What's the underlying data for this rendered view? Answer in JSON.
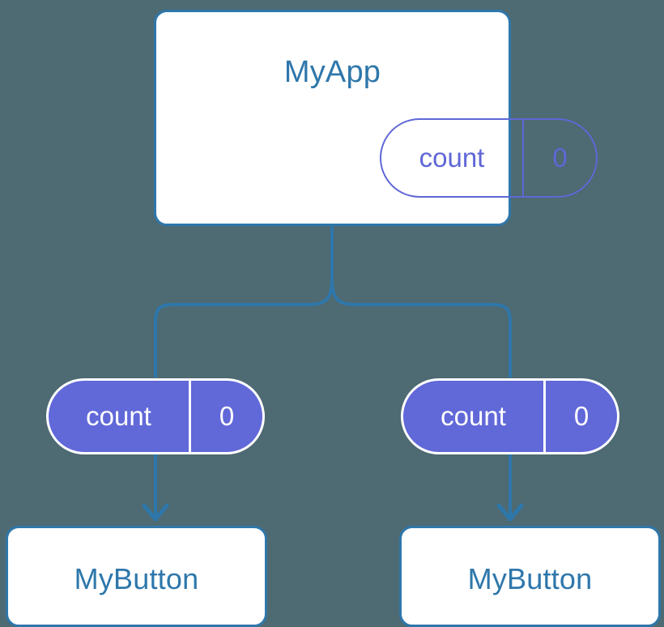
{
  "diagram": {
    "type": "component-state-tree",
    "background_color": "#4e6a72",
    "accent_color": "#2e77ab",
    "state_color": "#6168d8",
    "root": {
      "title": "MyApp",
      "state": {
        "key": "count",
        "value": "0"
      }
    },
    "children": [
      {
        "state": {
          "key": "count",
          "value": "0"
        },
        "component": {
          "title": "MyButton"
        }
      },
      {
        "state": {
          "key": "count",
          "value": "0"
        },
        "component": {
          "title": "MyButton"
        }
      }
    ]
  }
}
